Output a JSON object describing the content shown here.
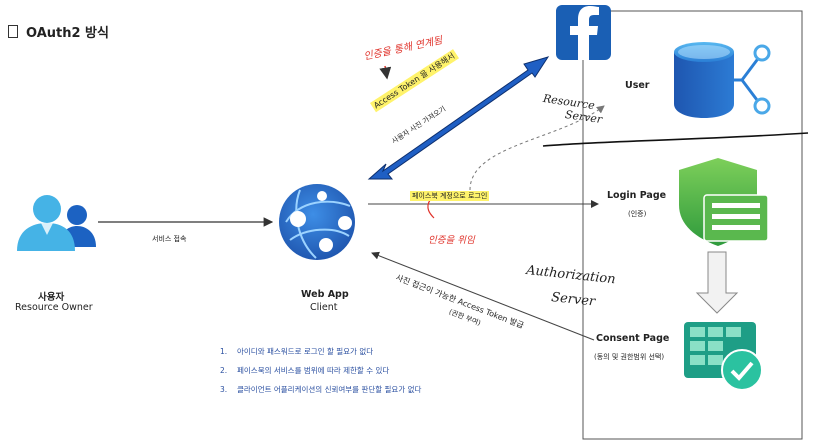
{
  "title": "OAuth2 방식",
  "actors": {
    "user": {
      "name": "사용자",
      "role": "Resource Owner"
    },
    "webapp": {
      "name": "Web App",
      "role": "Client"
    },
    "user_resource": {
      "name": "User"
    },
    "login_page": {
      "name": "Login Page",
      "sub": "(인증)"
    },
    "consent_page": {
      "name": "Consent Page",
      "sub": "(동의 및 권한범위 선택)"
    }
  },
  "edges": {
    "service_access": "서비스 접속",
    "access_token_use": "Access Token 을 사용해서",
    "fetch_photo": "사용자 사진 가져오기",
    "fb_login": "페이스북 계정으로 로그인",
    "photo_token": "사진 접근이 가능한 Access Token 발급",
    "grant": "(권한 부여)"
  },
  "handwriting": {
    "note_top": "인증을 통해 연계됨",
    "note_login": "인증을 위임",
    "resource_server": [
      "Resource",
      "Server"
    ],
    "auth_server": [
      "Authorization",
      "Server"
    ]
  },
  "notes": [
    "아이디와 패스워드로 로그인 할 필요가 없다",
    "페이스북의 서비스를 범위에 따라 제한할 수 있다",
    "클라이언트 어플리케이션의 신뢰여부를 판단할 필요가 없다"
  ],
  "icons": [
    "document-icon",
    "user-group-icon",
    "web-app-icon",
    "facebook-logo-icon",
    "database-icon",
    "shield-form-icon",
    "consent-grid-icon"
  ],
  "colors": {
    "accent_blue": "#1f5fc4",
    "facebook_blue": "#1a5fb4",
    "highlight_yellow": "#fff36b",
    "handwriting_red": "#e0332b",
    "azure_green": "#3aa64a"
  }
}
